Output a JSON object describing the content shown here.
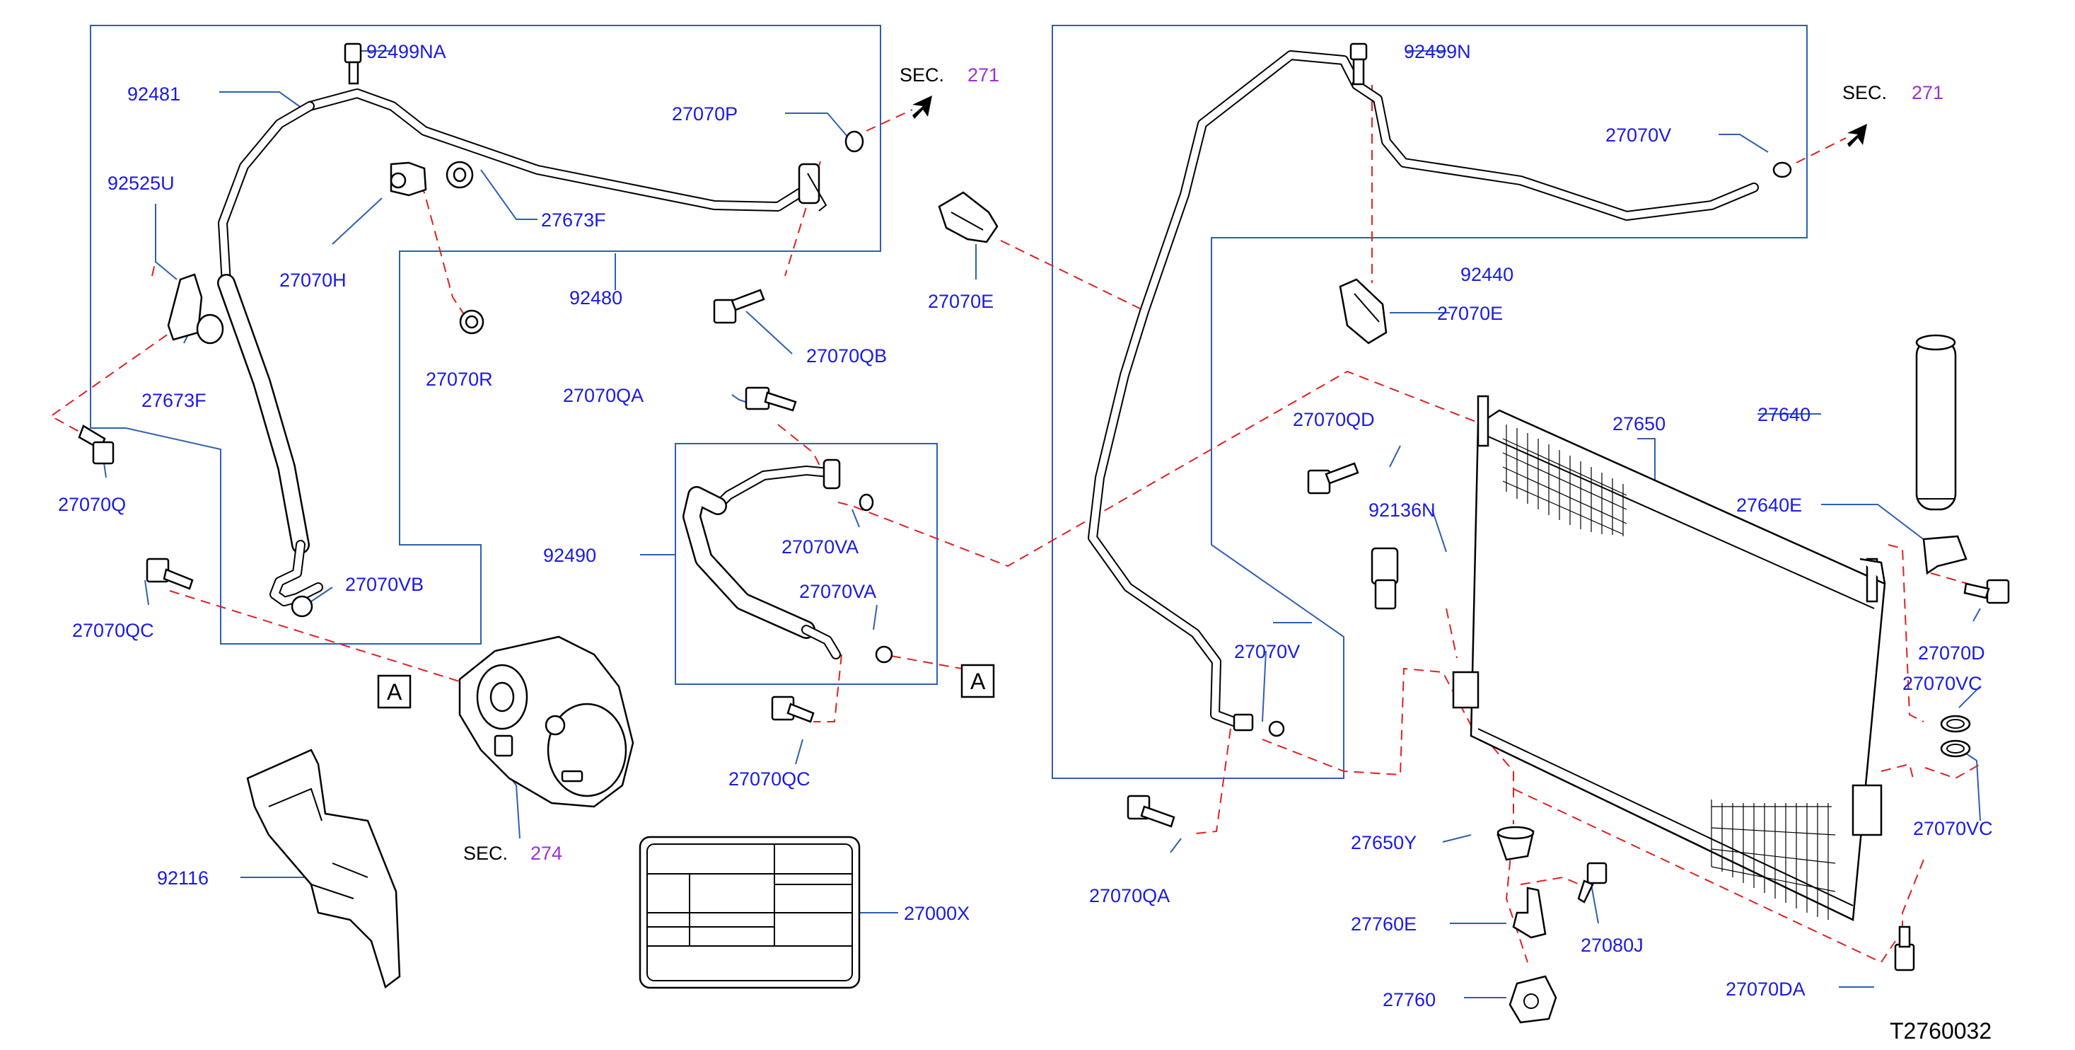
{
  "diagram": {
    "labels": {
      "p92499NA": "92499NA",
      "p92481": "92481",
      "p92525U": "92525U",
      "p27070P": "27070P",
      "p27673F_a": "27673F",
      "p27070H": "27070H",
      "p92480": "92480",
      "p27070R": "27070R",
      "p27673F_b": "27673F",
      "p27070Q": "27070Q",
      "p27070QC_a": "27070QC",
      "p27070VB": "27070VB",
      "p27070QB": "27070QB",
      "p27070E_a": "27070E",
      "p27070QA_a": "27070QA",
      "p92490": "92490",
      "p27070VA_a": "27070VA",
      "p27070VA_b": "27070VA",
      "p27070QC_b": "27070QC",
      "p92116": "92116",
      "p27000X": "27000X",
      "p92499N": "92499N",
      "p27070V_a": "27070V",
      "p92440": "92440",
      "p27070E_b": "27070E",
      "p27070QD": "27070QD",
      "p92136N": "92136N",
      "p27650": "27650",
      "p27640": "27640",
      "p27640E": "27640E",
      "p27070D": "27070D",
      "p27070VC_a": "27070VC",
      "p27070VC_b": "27070VC",
      "p27070V_b": "27070V",
      "p27070QA_b": "27070QA",
      "p27650Y": "27650Y",
      "p27760E": "27760E",
      "p27080J": "27080J",
      "p27760": "27760",
      "p27070DA": "27070DA"
    },
    "sections": [
      {
        "prefix": "SEC.",
        "number": "271"
      },
      {
        "prefix": "SEC.",
        "number": "271"
      },
      {
        "prefix": "SEC.",
        "number": "274"
      }
    ],
    "markers": {
      "a_left": "A",
      "a_right": "A"
    },
    "drawing_code": "T2760032",
    "colors": {
      "label": "#1a1ae6",
      "leader_box": "#2f5fb0",
      "dash_line": "#e02020",
      "section_number": "#9b30d9"
    }
  }
}
